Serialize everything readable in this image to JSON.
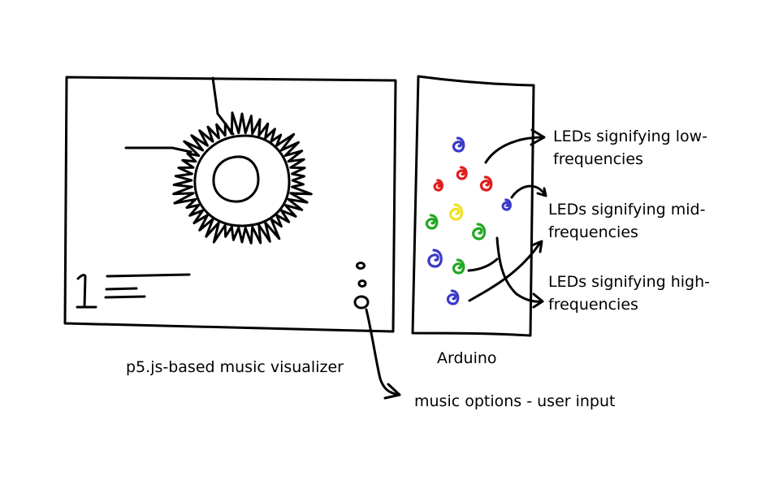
{
  "labels": {
    "visualizer": "p5.js-based music visualizer",
    "arduino": "Arduino",
    "music_options": "music options - user input",
    "low": "LEDs signifying low-\nfrequencies",
    "mid": "LEDs signifying mid-\nfrequencies",
    "high": "LEDs signifying high-\nfrequencies"
  },
  "leds": [
    {
      "color": "#3a3ac8"
    },
    {
      "color": "#e21c1c"
    },
    {
      "color": "#e21c1c"
    },
    {
      "color": "#e21c1c"
    },
    {
      "color": "#3a3ac8"
    },
    {
      "color": "#f0e020"
    },
    {
      "color": "#21a821"
    },
    {
      "color": "#21a821"
    },
    {
      "color": "#3a3ac8"
    },
    {
      "color": "#21a821"
    },
    {
      "color": "#3a3ac8"
    }
  ],
  "colors": {
    "stroke": "#000000",
    "background": "#ffffff"
  }
}
